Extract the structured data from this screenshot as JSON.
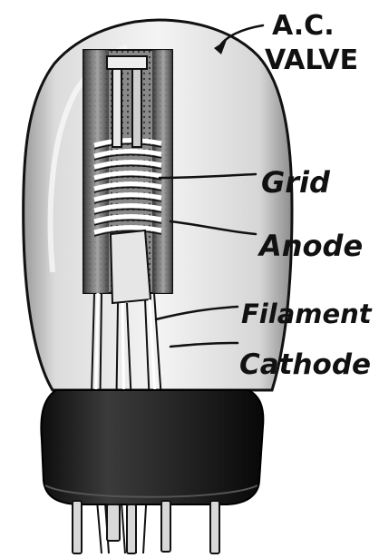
{
  "title": {
    "line1": "A.C.",
    "line2": "VALVE"
  },
  "labels": {
    "grid": "Grid",
    "anode": "Anode",
    "filament": "Filament",
    "cathode": "Cathode"
  },
  "colors": {
    "ink": "#111111",
    "glass_shade": "#d9d9d9",
    "base": "#1c1c1c",
    "background": "#ffffff"
  }
}
